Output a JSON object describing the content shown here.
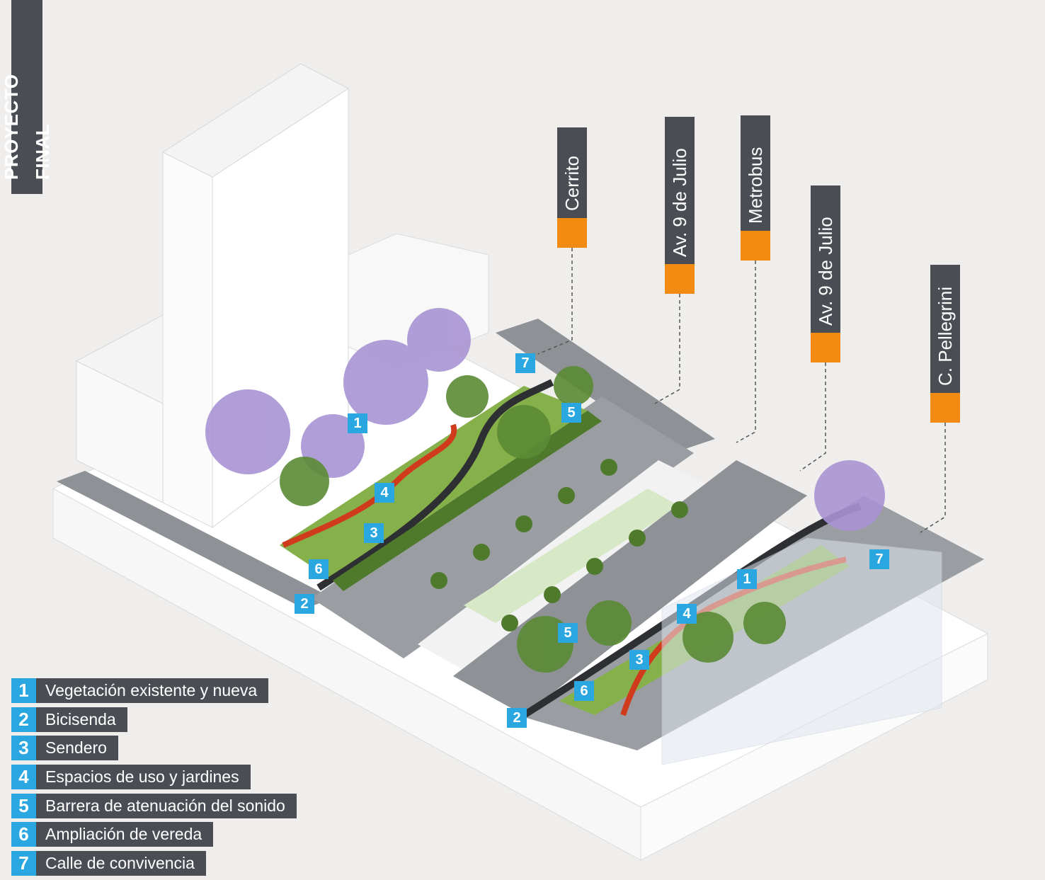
{
  "title": "PROYECTO FINAL",
  "colors": {
    "tag_dark": "#4a4d54",
    "tag_orange": "#f28b12",
    "marker_blue": "#2aa7e0",
    "park_green": "#86b04a",
    "bike_path": "#d13b1d",
    "jacaranda": "#a894d4",
    "road": "#8e9196",
    "background": "#efeeec"
  },
  "street_tags": [
    {
      "label": "Cerrito"
    },
    {
      "label": "Av. 9 de Julio"
    },
    {
      "label": "Metrobus"
    },
    {
      "label": "Av. 9 de Julio"
    },
    {
      "label": "C. Pellegrini"
    }
  ],
  "markers": [
    "1",
    "2",
    "3",
    "4",
    "5",
    "6",
    "7",
    "1",
    "2",
    "3",
    "4",
    "5",
    "6",
    "7"
  ],
  "legend": [
    {
      "num": "1",
      "label": "Vegetación existente y nueva"
    },
    {
      "num": "2",
      "label": "Bicisenda"
    },
    {
      "num": "3",
      "label": "Sendero"
    },
    {
      "num": "4",
      "label": "Espacios de uso y jardines"
    },
    {
      "num": "5",
      "label": "Barrera de atenuación del sonido"
    },
    {
      "num": "6",
      "label": "Ampliación de vereda"
    },
    {
      "num": "7",
      "label": "Calle de convivencia"
    }
  ]
}
